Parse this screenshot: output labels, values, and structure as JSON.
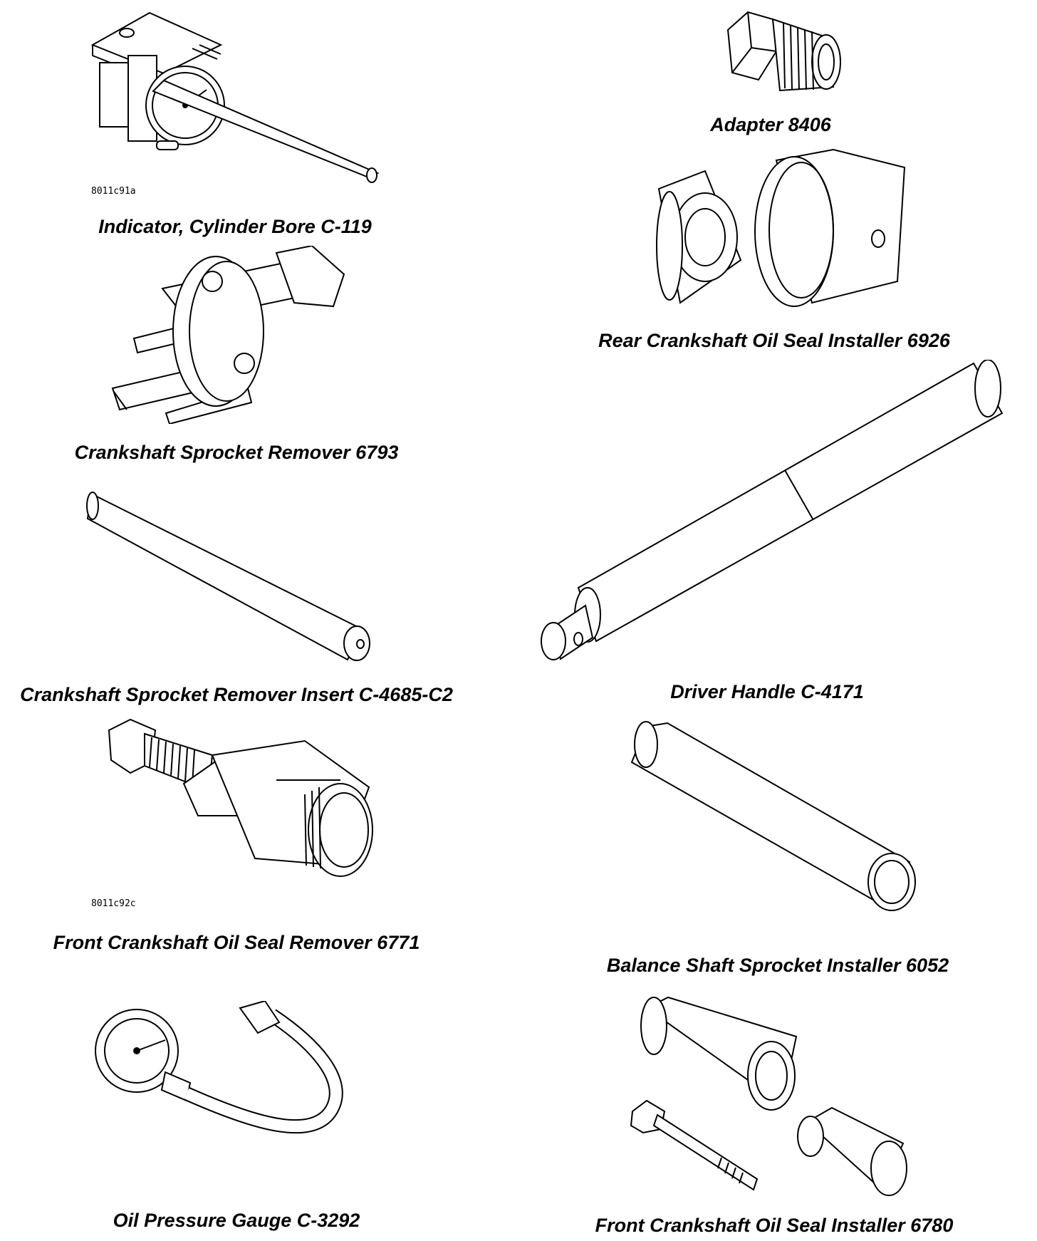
{
  "figure_codes": {
    "top": "8011c91a",
    "bottom": "8011c92c"
  },
  "tools": {
    "indicator": "Indicator, Cylinder Bore C-119",
    "adapter": "Adapter 8406",
    "rear_seal_installer": "Rear Crankshaft Oil Seal Installer 6926",
    "sprocket_remover": "Crankshaft Sprocket Remover 6793",
    "driver_handle": "Driver Handle C-4171",
    "sprocket_remover_insert": "Crankshaft Sprocket Remover Insert C-4685-C2",
    "front_seal_remover": "Front Crankshaft Oil Seal Remover 6771",
    "balance_shaft_installer": "Balance Shaft Sprocket Installer 6052",
    "oil_pressure_gauge": "Oil Pressure Gauge C-3292",
    "front_seal_installer": "Front Crankshaft Oil Seal Installer 6780"
  }
}
